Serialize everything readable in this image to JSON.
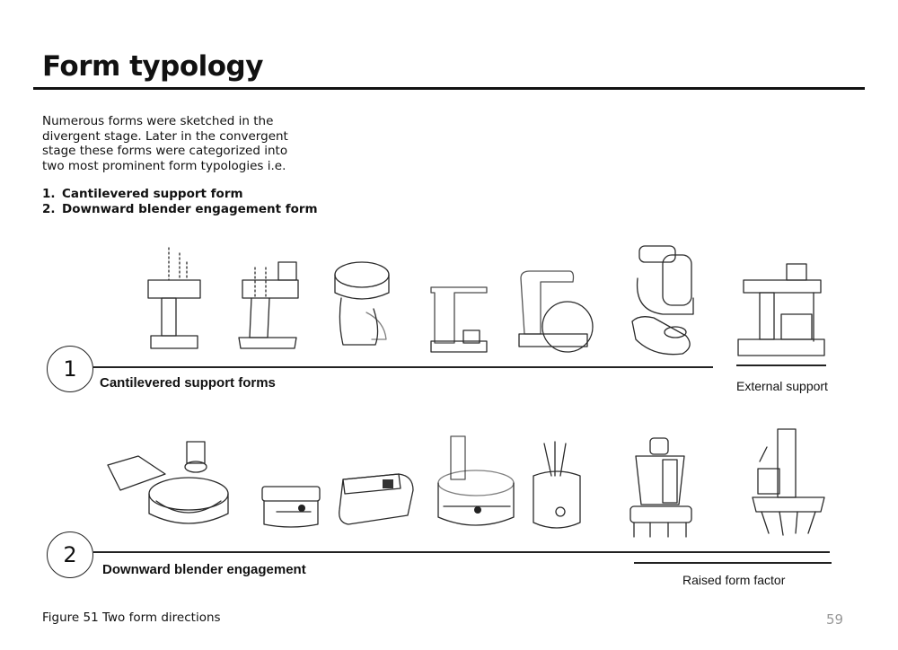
{
  "title": "Form typology",
  "intro": "Numerous forms were sketched in the divergent stage. Later in the convergent stage these forms were categorized into two most prominent form typologies i.e.",
  "typologies": [
    {
      "num": "1.",
      "label": "Cantilevered support form"
    },
    {
      "num": "2.",
      "label": "Downward blender engagement form"
    }
  ],
  "rows": [
    {
      "number": "1",
      "label": "Cantilevered support forms",
      "side_label": "External support"
    },
    {
      "number": "2",
      "label": "Downward blender engagement",
      "side_label": "Raised form factor"
    }
  ],
  "caption": "Figure 51 Two form directions",
  "page_number": "59",
  "colors": {
    "accent_yellow": "#e8e07a",
    "accent_red": "#d6324a",
    "accent_blue": "#9fc6d8",
    "accent_gray": "#c9cdd0"
  }
}
